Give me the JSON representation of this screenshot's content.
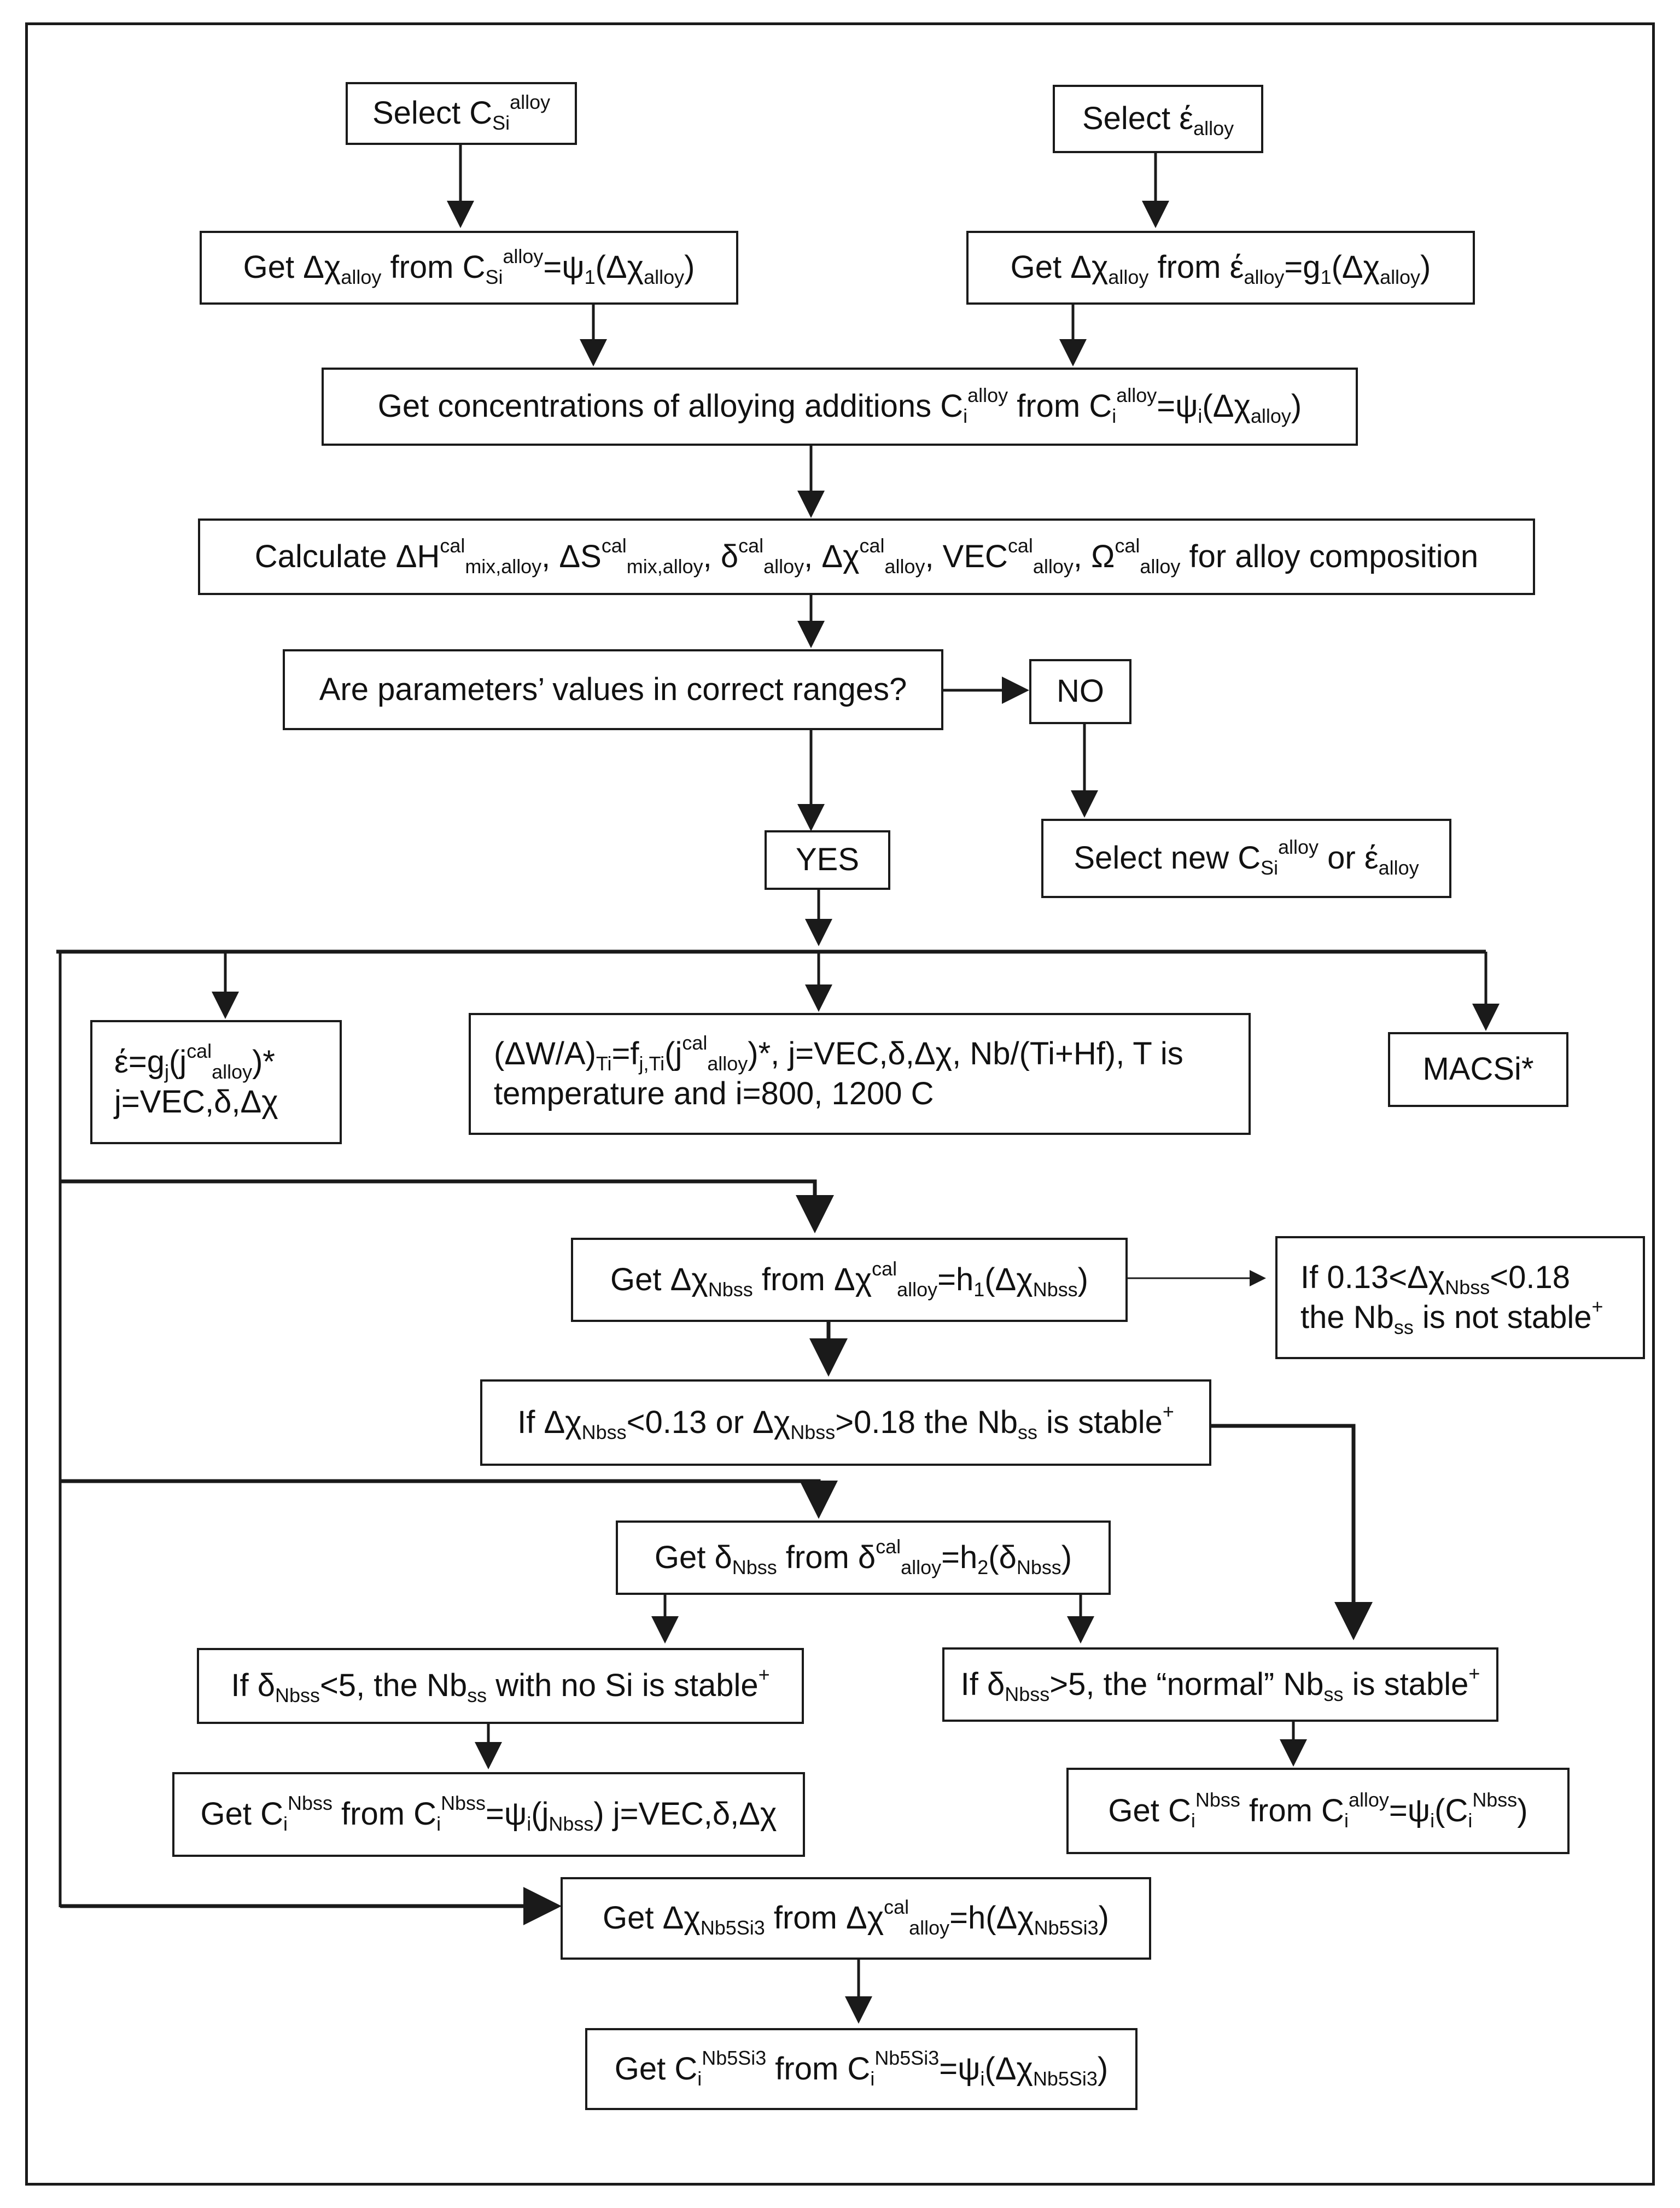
{
  "boxes": {
    "b1": {
      "parts": [
        [
          "",
          "Select C"
        ],
        [
          "sub",
          "Si"
        ],
        [
          "sup",
          "alloy"
        ]
      ]
    },
    "b2": {
      "parts": [
        [
          "",
          "Select έ"
        ],
        [
          "sub",
          "alloy"
        ]
      ]
    },
    "b3": {
      "parts": [
        [
          "",
          "Get Δχ"
        ],
        [
          "sub",
          "alloy"
        ],
        [
          "",
          " from C"
        ],
        [
          "sub",
          "Si"
        ],
        [
          "sup",
          "alloy"
        ],
        [
          "",
          "=ψ"
        ],
        [
          "sub",
          "1"
        ],
        [
          "",
          "(Δχ"
        ],
        [
          "sub",
          "alloy"
        ],
        [
          "",
          ")"
        ]
      ]
    },
    "b4": {
      "parts": [
        [
          "",
          "Get Δχ"
        ],
        [
          "sub",
          "alloy"
        ],
        [
          "",
          " from έ"
        ],
        [
          "sub",
          "alloy"
        ],
        [
          "",
          "=g"
        ],
        [
          "sub",
          "1"
        ],
        [
          "",
          "(Δχ"
        ],
        [
          "sub",
          "alloy"
        ],
        [
          "",
          ")"
        ]
      ]
    },
    "b5": {
      "parts": [
        [
          "",
          "Get concentrations of alloying additions C"
        ],
        [
          "sub",
          "i"
        ],
        [
          "sup",
          "alloy"
        ],
        [
          "",
          " from C"
        ],
        [
          "sub",
          "i"
        ],
        [
          "sup",
          "alloy"
        ],
        [
          "",
          "=ψ"
        ],
        [
          "sub",
          "i"
        ],
        [
          "",
          "(Δχ"
        ],
        [
          "sub",
          "alloy"
        ],
        [
          "",
          ")"
        ]
      ]
    },
    "b6": {
      "parts": [
        [
          "",
          "Calculate ΔH"
        ],
        [
          "sup",
          "cal"
        ],
        [
          "sub",
          "mix,alloy"
        ],
        [
          "",
          ", ΔS"
        ],
        [
          "sup",
          "cal"
        ],
        [
          "sub",
          "mix,alloy"
        ],
        [
          "",
          ", δ"
        ],
        [
          "sup",
          "cal"
        ],
        [
          "sub",
          "alloy"
        ],
        [
          "",
          ", Δχ"
        ],
        [
          "sup",
          "cal"
        ],
        [
          "sub",
          "alloy"
        ],
        [
          "",
          ", VEC"
        ],
        [
          "sup",
          "cal"
        ],
        [
          "sub",
          "alloy"
        ],
        [
          "",
          ", Ω"
        ],
        [
          "sup",
          "cal"
        ],
        [
          "sub",
          "alloy"
        ],
        [
          "",
          " for alloy composition"
        ]
      ]
    },
    "b7": {
      "parts": [
        [
          "",
          "Are parameters’ values in correct ranges?"
        ]
      ]
    },
    "b8": {
      "parts": [
        [
          "",
          "NO"
        ]
      ]
    },
    "b9": {
      "parts": [
        [
          "",
          "YES"
        ]
      ]
    },
    "b10": {
      "parts": [
        [
          "",
          "Select new C"
        ],
        [
          "sub",
          "Si"
        ],
        [
          "sup",
          "alloy"
        ],
        [
          "",
          " or έ"
        ],
        [
          "sub",
          "alloy"
        ]
      ]
    },
    "b11": {
      "parts": [
        [
          "",
          "έ=g"
        ],
        [
          "sub",
          "j"
        ],
        [
          "",
          "(j"
        ],
        [
          "sup",
          "cal"
        ],
        [
          "sub",
          "alloy"
        ],
        [
          "",
          ")*"
        ],
        [
          "br",
          ""
        ],
        [
          "",
          "j=VEC,δ,Δχ"
        ]
      ]
    },
    "b12": {
      "parts": [
        [
          "",
          "(ΔW/A)"
        ],
        [
          "sub",
          "Ti"
        ],
        [
          "",
          "=f"
        ],
        [
          "sub",
          "j,Ti"
        ],
        [
          "",
          "(j"
        ],
        [
          "sup",
          "cal"
        ],
        [
          "sub",
          "alloy"
        ],
        [
          "",
          ")*, j=VEC,δ,Δχ, Nb/(Ti+Hf), T is"
        ],
        [
          "br",
          ""
        ],
        [
          "",
          "temperature and i=800, 1200 C"
        ]
      ]
    },
    "b13": {
      "parts": [
        [
          "",
          "MACSi*"
        ]
      ]
    },
    "b14": {
      "parts": [
        [
          "",
          "Get Δχ"
        ],
        [
          "sub",
          "Nbss"
        ],
        [
          "",
          " from Δχ"
        ],
        [
          "sup",
          "cal"
        ],
        [
          "sub",
          "alloy"
        ],
        [
          "",
          "=h"
        ],
        [
          "sub",
          "1"
        ],
        [
          "",
          "(Δχ"
        ],
        [
          "sub",
          "Nbss"
        ],
        [
          "",
          ")"
        ]
      ]
    },
    "b15": {
      "parts": [
        [
          "",
          "If 0.13<Δχ"
        ],
        [
          "sub",
          "Nbss"
        ],
        [
          "",
          "<0.18"
        ],
        [
          "br",
          ""
        ],
        [
          "",
          "the Nb"
        ],
        [
          "sub",
          "ss"
        ],
        [
          "",
          " is not stable"
        ],
        [
          "sup",
          "+"
        ]
      ]
    },
    "b16": {
      "parts": [
        [
          "",
          "If Δχ"
        ],
        [
          "sub",
          "Nbss"
        ],
        [
          "",
          "<0.13 or Δχ"
        ],
        [
          "sub",
          "Nbss"
        ],
        [
          "",
          ">0.18 the Nb"
        ],
        [
          "sub",
          "ss"
        ],
        [
          "",
          " is stable"
        ],
        [
          "sup",
          "+"
        ]
      ]
    },
    "b17": {
      "parts": [
        [
          "",
          "Get δ"
        ],
        [
          "sub",
          "Nbss"
        ],
        [
          "",
          " from δ"
        ],
        [
          "sup",
          "cal"
        ],
        [
          "sub",
          "alloy"
        ],
        [
          "",
          "=h"
        ],
        [
          "sub",
          "2"
        ],
        [
          "",
          "(δ"
        ],
        [
          "sub",
          "Nbss"
        ],
        [
          "",
          ")"
        ]
      ]
    },
    "b18": {
      "parts": [
        [
          "",
          "If δ"
        ],
        [
          "sub",
          "Nbss"
        ],
        [
          "",
          "<5, the Nb"
        ],
        [
          "sub",
          "ss"
        ],
        [
          "",
          " with no Si is stable"
        ],
        [
          "sup",
          "+"
        ]
      ]
    },
    "b19": {
      "parts": [
        [
          "",
          "If δ"
        ],
        [
          "sub",
          "Nbss"
        ],
        [
          "",
          ">5, the “normal” Nb"
        ],
        [
          "sub",
          "ss"
        ],
        [
          "",
          " is stable"
        ],
        [
          "sup",
          "+"
        ]
      ]
    },
    "b20": {
      "parts": [
        [
          "",
          "Get C"
        ],
        [
          "sub",
          "i"
        ],
        [
          "sup",
          "Nbss"
        ],
        [
          "",
          " from C"
        ],
        [
          "sub",
          "i"
        ],
        [
          "sup",
          "Nbss"
        ],
        [
          "",
          "=ψ"
        ],
        [
          "sub",
          "i"
        ],
        [
          "",
          "(j"
        ],
        [
          "sub",
          "Nbss"
        ],
        [
          "",
          ") j=VEC,δ,Δχ"
        ]
      ]
    },
    "b21": {
      "parts": [
        [
          "",
          "Get C"
        ],
        [
          "sub",
          "i"
        ],
        [
          "sup",
          "Nbss"
        ],
        [
          "",
          " from C"
        ],
        [
          "sub",
          "i"
        ],
        [
          "sup",
          "alloy"
        ],
        [
          "",
          "=ψ"
        ],
        [
          "sub",
          "i"
        ],
        [
          "",
          "(C"
        ],
        [
          "sub",
          "i"
        ],
        [
          "sup",
          "Nbss"
        ],
        [
          "",
          ")"
        ]
      ]
    },
    "b22": {
      "parts": [
        [
          "",
          "Get Δχ"
        ],
        [
          "sub",
          "Nb5Si3"
        ],
        [
          "",
          " from Δχ"
        ],
        [
          "sup",
          "cal"
        ],
        [
          "sub",
          "alloy"
        ],
        [
          "",
          "=h(Δχ"
        ],
        [
          "sub",
          "Nb5Si3"
        ],
        [
          "",
          ")"
        ]
      ]
    },
    "b23": {
      "parts": [
        [
          "",
          "Get C"
        ],
        [
          "sub",
          "i"
        ],
        [
          "sup",
          "Nb5Si3"
        ],
        [
          "",
          " from C"
        ],
        [
          "sub",
          "i"
        ],
        [
          "sup",
          "Nb5Si3"
        ],
        [
          "",
          "=ψ"
        ],
        [
          "sub",
          "i"
        ],
        [
          "",
          "(Δχ"
        ],
        [
          "sub",
          "Nb5Si3"
        ],
        [
          "",
          ")"
        ]
      ]
    }
  }
}
